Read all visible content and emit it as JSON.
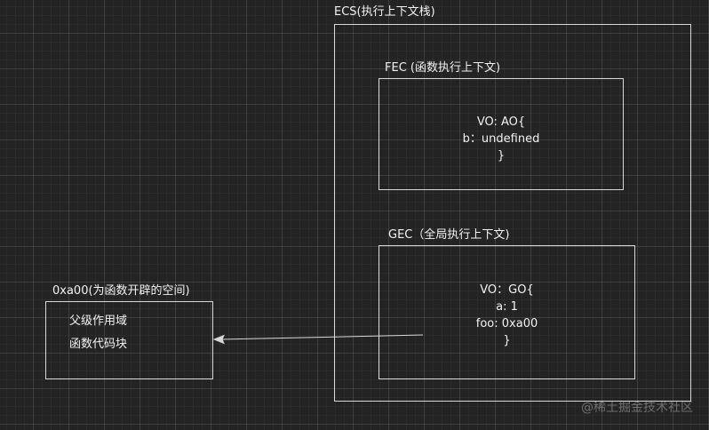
{
  "ecs": {
    "title": "ECS(执行上下文栈)"
  },
  "fec": {
    "title": "FEC (函数执行上下文)",
    "lines": [
      "VO: AO{",
      "b：undefined",
      "}"
    ]
  },
  "gec": {
    "title": "GEC（全局执行上下文)",
    "lines": [
      "VO：GO{",
      "a: 1",
      "foo: 0xa00",
      "}"
    ]
  },
  "func_space": {
    "title": "0xa00(为函数开辟的空间)",
    "lines": [
      "父级作用域",
      "函数代码块"
    ]
  },
  "watermark": "@稀土掘金技术社区",
  "colors": {
    "background": "#232323",
    "stroke": "#d8d8d8",
    "text": "#f2f2f2"
  }
}
